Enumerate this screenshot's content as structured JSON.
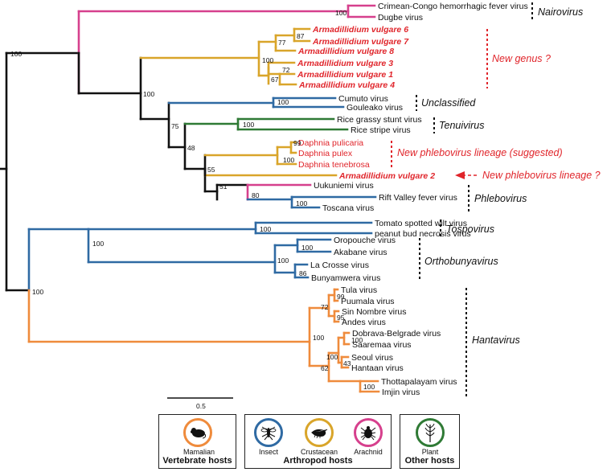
{
  "tips": {
    "cchf": "Crimean-Congo hemorrhagic fever virus",
    "dugbe": "Dugbe virus",
    "av6": "Armadillidium vulgare 6",
    "av7": "Armadillidium vulgare 7",
    "av8": "Armadillidium vulgare 8",
    "av3": "Armadillidium vulgare 3",
    "av1": "Armadillidium vulgare 1",
    "av4": "Armadillidium vulgare 4",
    "cumuto": "Cumuto virus",
    "gouleako": "Gouleako virus",
    "rgsv": "Rice grassy stunt virus",
    "rsv": "Rice stripe virus",
    "dpul": "Daphnia pulicaria",
    "dpulex": "Daphnia pulex",
    "dten": "Daphnia tenebrosa",
    "av2": "Armadillidium vulgare 2",
    "uukuniemi": "Uukuniemi virus",
    "rvf": "Rift Valley fever virus",
    "toscana": "Toscana virus",
    "tswv": "Tomato spotted wilt virus",
    "pbnv": "peanut bud necrosis virus",
    "oropouche": "Oropouche virus",
    "akabane": "Akabane virus",
    "lacrosse": "La Crosse virus",
    "bunyamwera": "Bunyamwera virus",
    "tula": "Tula virus",
    "puumala": "Puumala virus",
    "sinnombre": "Sin Nombre virus",
    "andes": "Andes virus",
    "dobrava": "Dobrava-Belgrade virus",
    "saaremaa": "Saaremaa virus",
    "seoul": "Seoul virus",
    "hantaan": "Hantaan virus",
    "thottapalayam": "Thottapalayam virus",
    "imjin": "Imjin virus"
  },
  "bootstrap": {
    "b_root1": "100",
    "b_nairo": "100",
    "b_crust": "100",
    "b_av": "100",
    "b_87": "87",
    "b_77": "77",
    "b_72": "72",
    "b_67": "67",
    "b_75": "75",
    "b_unc": "100",
    "b_48": "48",
    "b_ten": "100",
    "b_55": "55",
    "b_99": "99",
    "b_dap": "100",
    "b_51": "51",
    "b_80": "80",
    "b_rvf": "100",
    "b_root2": "100",
    "b_tosp": "100",
    "b_tosp2": "100",
    "b_ortho": "100",
    "b_oro": "100",
    "b_86": "86",
    "b_hanta": "100",
    "b_h99": "99",
    "b_h72": "72",
    "b_h95": "95",
    "b_h100a": "100",
    "b_h100b": "100",
    "b_h43": "43",
    "b_h62": "62",
    "b_h100c": "100"
  },
  "families": {
    "nairovirus": "Nairovirus",
    "new_genus": "New genus ?",
    "unclassified": "Unclassified",
    "tenuivirus": "Tenuivirus",
    "new_phlebo_suggested": "New phlebovirus lineage (suggested)",
    "new_phlebo_q": "New phlebovirus lineage ?",
    "phlebovirus": "Phlebovirus",
    "tospovirus": "Tospovirus",
    "orthobunyavirus": "Orthobunyavirus",
    "hantavirus": "Hantavirus"
  },
  "scale": {
    "label": "0.5"
  },
  "legend": {
    "vertebrate_title": "Vertebrate hosts",
    "arthropod_title": "Arthropod hosts",
    "other_title": "Other hosts",
    "mamalian": "Mamalian",
    "insect": "Insect",
    "crustacean": "Crustacean",
    "arachnid": "Arachnid",
    "plant": "Plant"
  },
  "colors": {
    "arachnid": "#d6408d",
    "crustacean": "#d9a52a",
    "insect": "#2f6aa3",
    "plant": "#2f7a35",
    "mamalian": "#ef8b3c",
    "black": "#111111",
    "red": "#e0252b"
  },
  "icons": {
    "mamalian": "mouse-icon",
    "insect": "mosquito-icon",
    "crustacean": "shrimp-icon",
    "arachnid": "tick-icon",
    "plant": "plant-icon"
  }
}
